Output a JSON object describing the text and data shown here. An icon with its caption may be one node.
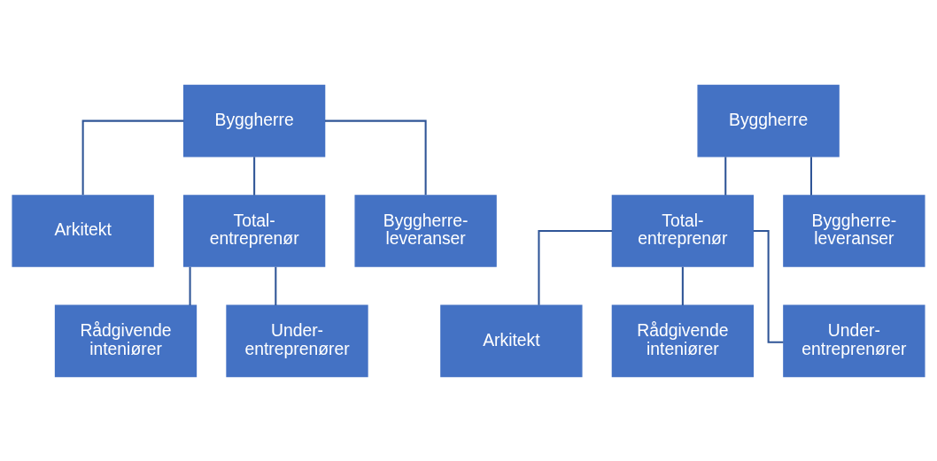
{
  "diagram": {
    "nodes": [
      {
        "text": [
          "Byggherre"
        ]
      },
      {
        "text": [
          "Arkitekt"
        ]
      },
      {
        "text": [
          "Total- entreprenør"
        ]
      },
      {
        "text": [
          "Byggherre- leveranser"
        ]
      },
      {
        "text": [
          "Rådgivende inteniører"
        ]
      },
      {
        "text": [
          "Under- entreprenører"
        ]
      },
      {
        "text": [
          "Byggherre"
        ]
      },
      {
        "text": [
          "Total- entreprenør"
        ]
      },
      {
        "text": [
          "Byggherre- leveranser"
        ]
      },
      {
        "text": [
          "Arkitekt"
        ]
      },
      {
        "text": [
          "Rådgivende inteniører"
        ]
      },
      {
        "text": [
          "Under- entreprenører"
        ]
      }
    ],
    "edges": [
      {
        "from": 0,
        "to": 1,
        "arrow": "none"
      },
      {
        "from": 0,
        "to": 2,
        "arrow": "none"
      },
      {
        "from": 0,
        "to": 3,
        "arrow": "none"
      },
      {
        "from": 2,
        "to": 4,
        "arrow": "none"
      },
      {
        "from": 2,
        "to": 5,
        "arrow": "none"
      },
      {
        "from": 6,
        "to": 7,
        "arrow": "none"
      },
      {
        "from": 6,
        "to": 8,
        "arrow": "none"
      },
      {
        "from": 7,
        "to": 9,
        "arrow": "none"
      },
      {
        "from": 7,
        "to": 10,
        "arrow": "none"
      },
      {
        "from": 7,
        "to": 11,
        "arrow": "none"
      }
    ]
  }
}
